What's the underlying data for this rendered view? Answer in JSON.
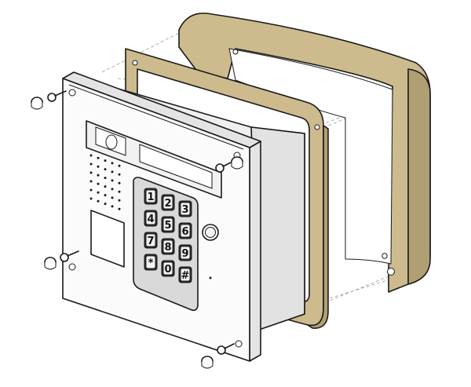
{
  "colors": {
    "frame": "#cdbb8e",
    "frame_shadow": "#b19f74",
    "panel": "#fbfbfb",
    "panel_side": "#e4e4e4",
    "keypad": "#d9d9d9",
    "key": "#2a2a2a",
    "outline": "#1a1a1a",
    "screw_head": "#ffffff"
  },
  "icons": [
    "screw-icon",
    "screw-cap-icon",
    "camera-lens-icon",
    "speaker-grille-icon",
    "call-button-icon",
    "card-reader-icon"
  ],
  "keypad": {
    "keys": [
      "1",
      "2",
      "3",
      "4",
      "5",
      "6",
      "7",
      "8",
      "9",
      "*",
      "0",
      "#"
    ]
  }
}
